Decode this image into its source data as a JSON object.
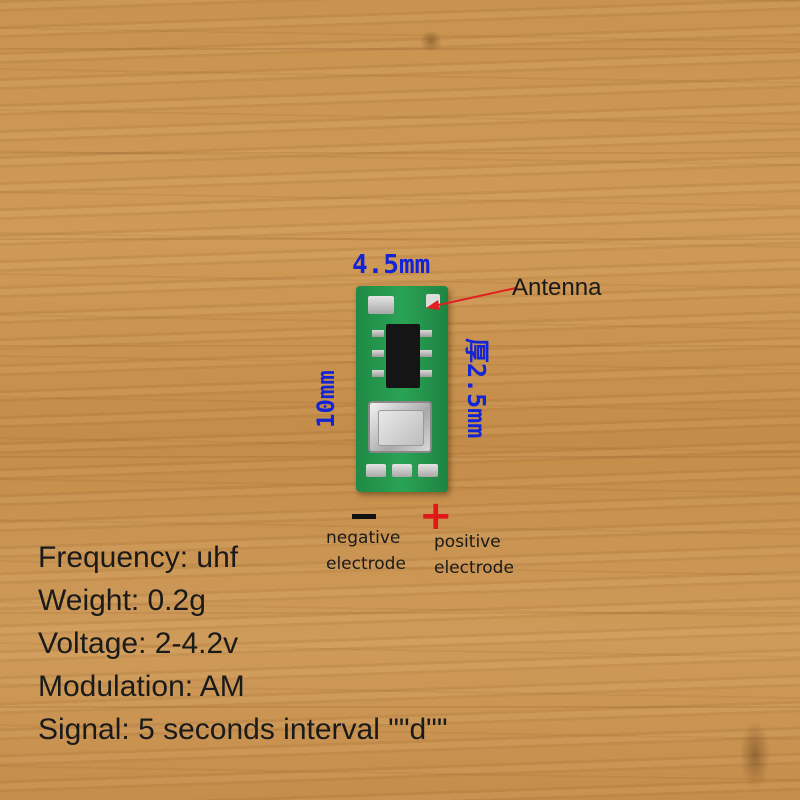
{
  "dimensions": {
    "width": "4.5mm",
    "length": "10mm",
    "thickness": "厚2.5mm"
  },
  "callouts": {
    "antenna": "Antenna",
    "negative_symbol": "−",
    "negative_label_line1": "negative",
    "negative_label_line2": "electrode",
    "positive_symbol": "+",
    "positive_label_line1": "positive",
    "positive_label_line2": "electrode"
  },
  "specs": [
    "Frequency: uhf",
    "Weight: 0.2g",
    "Voltage: 2-4.2v",
    "Modulation: AM",
    "Signal: 5 seconds interval \"\"d\"\""
  ],
  "colors": {
    "dimension_text": "#1224d6",
    "arrow": "#e02020",
    "positive": "#e01818",
    "pcb": "#2aa355",
    "wood": "#c9934f"
  }
}
